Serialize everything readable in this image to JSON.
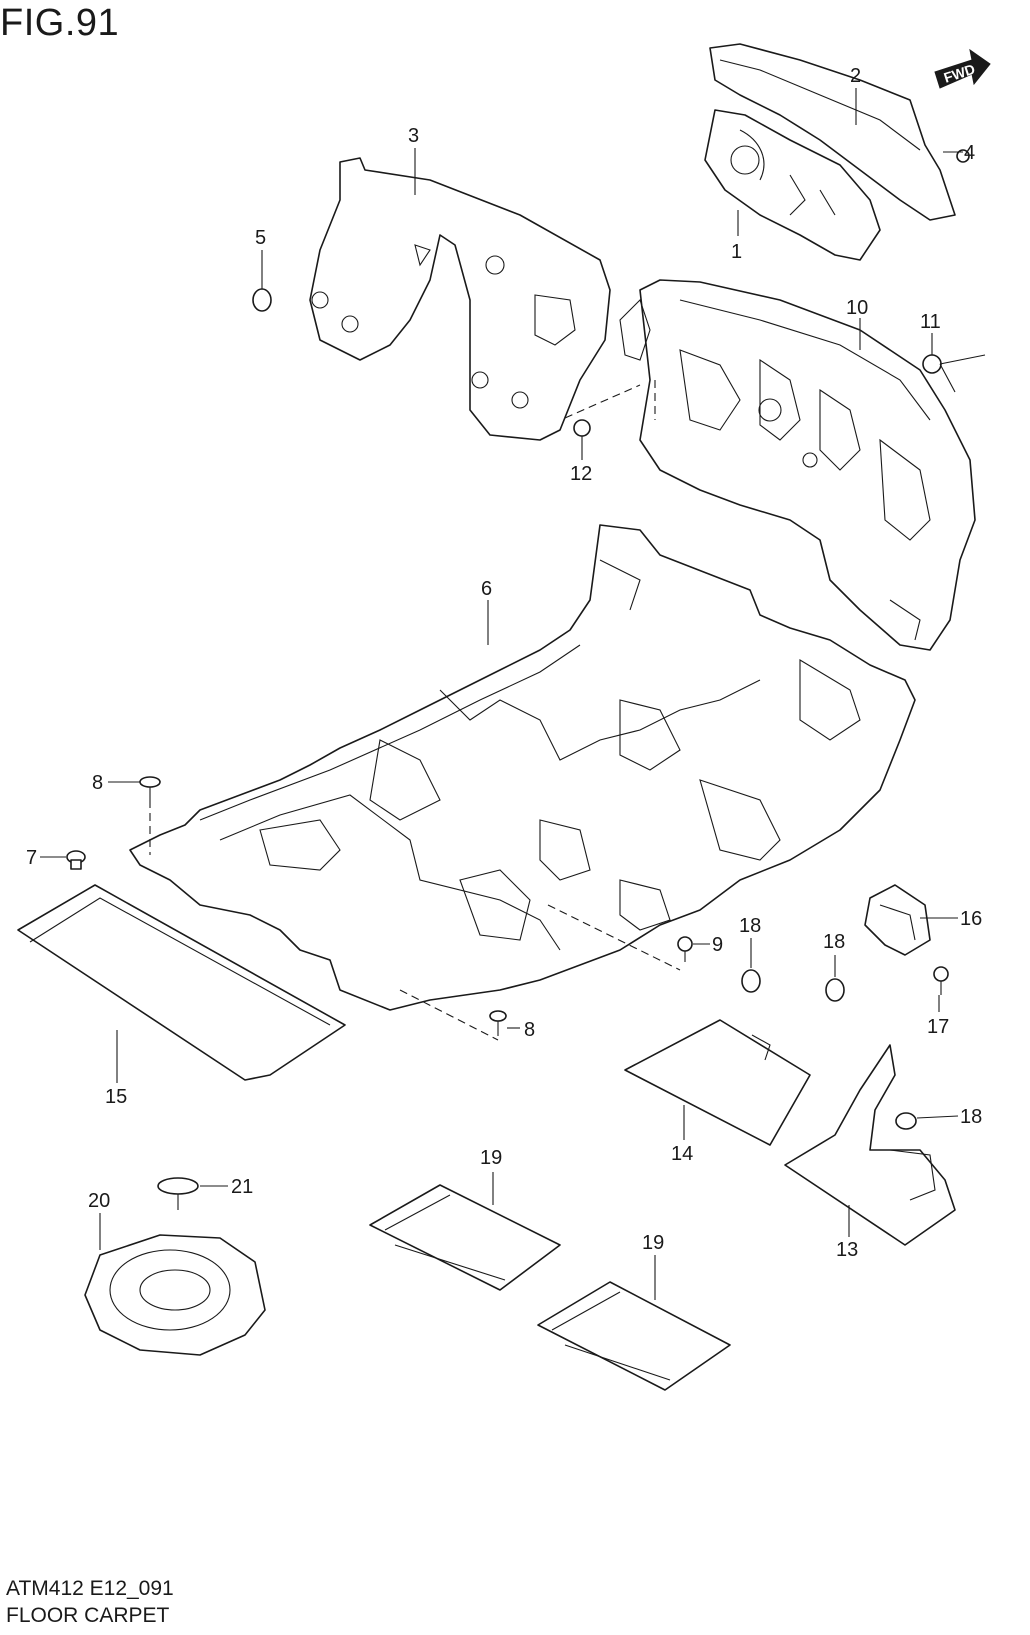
{
  "figure": {
    "title": "FIG.91",
    "code": "ATM412 E12_091",
    "name": "FLOOR CARPET",
    "fwd_label": "FWD"
  },
  "callouts": [
    "1",
    "2",
    "3",
    "4",
    "5",
    "6",
    "7",
    "8",
    "9",
    "10",
    "11",
    "12",
    "13",
    "14",
    "15",
    "16",
    "17",
    "18",
    "19",
    "20",
    "21"
  ],
  "icons": {
    "direction": "fwd-arrow-icon"
  }
}
